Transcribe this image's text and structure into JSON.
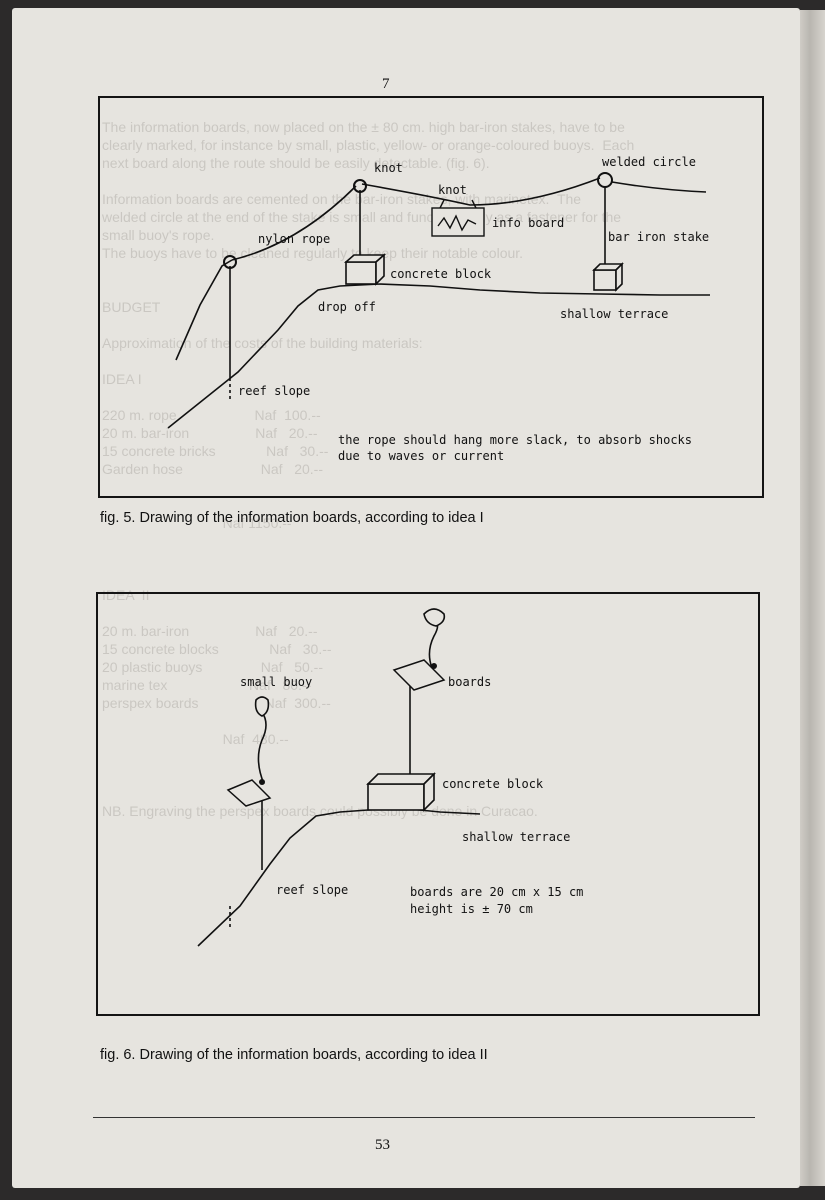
{
  "page": {
    "top_page_number": "7",
    "bottom_page_number": "53"
  },
  "figure5": {
    "caption": "fig. 5. Drawing of the information boards, according to idea I",
    "labels": {
      "knot_left": "knot",
      "knot_right": "knot",
      "welded_circle": "welded circle",
      "info_board": "info board",
      "nylon_rope": "nylon rope",
      "bar_iron_stake": "bar iron stake",
      "concrete_block": "concrete block",
      "drop_off": "drop off",
      "shallow_terrace": "shallow terrace",
      "reef_slope": "reef slope",
      "note_line1": "the rope should hang more slack, to absorb shocks",
      "note_line2": "due to waves or current"
    }
  },
  "figure6": {
    "caption": "fig. 6. Drawing of the information boards, according to idea II",
    "labels": {
      "small_buoy": "small buoy",
      "boards": "boards",
      "concrete_block": "concrete block",
      "shallow_terrace": "shallow terrace",
      "reef_slope": "reef slope",
      "note_line1": "boards are 20 cm x 15 cm",
      "note_line2": "height is ± 70 cm"
    }
  },
  "show_through_text": [
    "The information boards, now placed on the ± 80 cm. high bar-iron stakes, have to be",
    "clearly marked, for instance by small, plastic, yellow- or orange-coloured buoys.  Each",
    "next board along the route should be easily detectable. (fig. 6).",
    "",
    "Information boards are cemented on the bar-iron stakes, with marinetex.  The",
    "welded circle at the end of the stake is small and functions only as a fastener for the",
    "small buoy's rope.",
    "The buoys have to be cleaned regularly to keep their notable colour.",
    "",
    "",
    "BUDGET",
    "",
    "Approximation of the costs of the building materials:",
    "",
    "IDEA I",
    "",
    "220 m. rope                    Naf  100.--",
    "20 m. bar-iron                 Naf   20.--",
    "15 concrete bricks             Naf   30.--",
    "Garden hose                    Naf   20.--",
    "",
    "",
    "                               Naf 1150.--",
    "",
    "",
    "",
    "IDEA  II",
    "",
    "20 m. bar-iron                 Naf   20.--",
    "15 concrete blocks             Naf   30.--",
    "20 plastic buoys               Naf   50.--",
    "marine tex                     Naf   80.--",
    "perspex boards                 Naf  300.--",
    "",
    "                               Naf  480.--",
    "",
    "",
    "",
    "NB. Engraving the perspex boards could possibly be done in Curacao."
  ]
}
